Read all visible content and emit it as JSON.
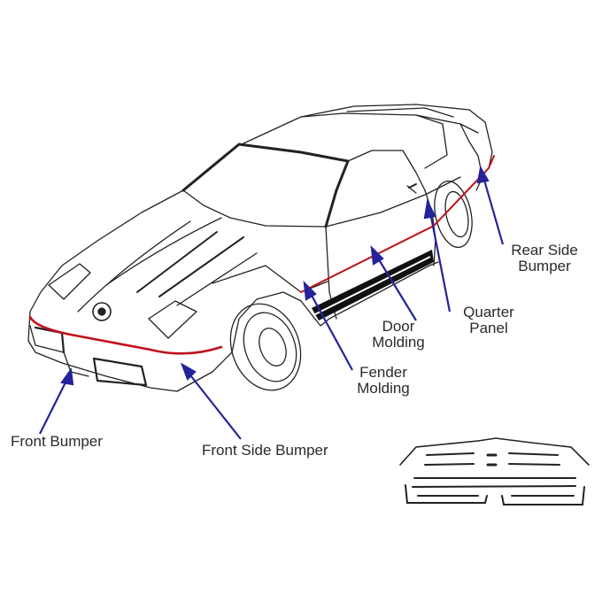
{
  "diagram": {
    "subject": "Corvette body side molding / bumper locations",
    "colors": {
      "outline": "#222222",
      "molding_highlight": "#c0121e",
      "arrow": "#25239a",
      "text": "#2a2a2a"
    },
    "callouts": [
      {
        "id": "front-bumper",
        "label": "Front Bumper"
      },
      {
        "id": "front-side-bumper",
        "label": "Front Side Bumper"
      },
      {
        "id": "fender-molding",
        "line1": "Fender",
        "line2": "Molding"
      },
      {
        "id": "door-molding",
        "line1": "Door",
        "line2": "Molding"
      },
      {
        "id": "quarter-panel",
        "line1": "Quarter",
        "line2": "Panel"
      },
      {
        "id": "rear-side-bumper",
        "line1": "Rear Side",
        "line2": "Bumper"
      }
    ],
    "inset": {
      "description": "Molding strip set layout"
    }
  }
}
